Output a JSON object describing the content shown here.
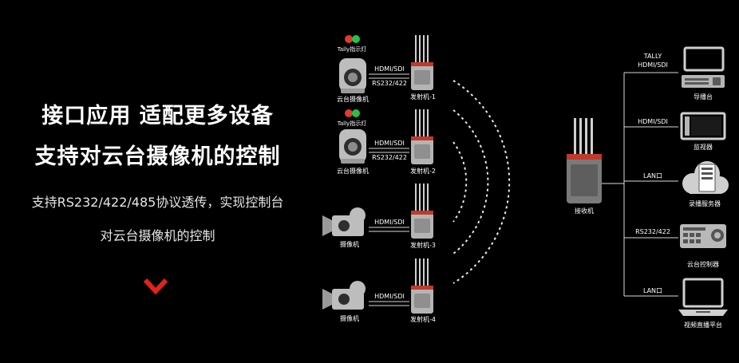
{
  "headline": {
    "line1": "接口应用 适配更多设备",
    "line2": "支持对云台摄像机的控制"
  },
  "description": {
    "line1": "支持RS232/422/485协议透传，实现控制台",
    "line2": "对云台摄像机的控制"
  },
  "colors": {
    "accent": "#e2231a",
    "tally_red": "#e23b2e",
    "tally_green": "#27c04a",
    "line": "#d8d8d8",
    "device": "#b9b9b9"
  },
  "icons": {
    "scroll": "chevron-down-icon"
  },
  "sources": [
    {
      "tally": "Tally指示灯",
      "device": "云台摄像机",
      "links": [
        "HDMI/SDI",
        "RS232/422"
      ],
      "tx": "发射机-1"
    },
    {
      "tally": "Tally指示灯",
      "device": "云台摄像机",
      "links": [
        "HDMI/SDI",
        "RS232/422"
      ],
      "tx": "发射机-2"
    },
    {
      "tally": "",
      "device": "摄像机",
      "links": [
        "HDMI/SDI"
      ],
      "tx": "发射机-3"
    },
    {
      "tally": "",
      "device": "摄像机",
      "links": [
        "HDMI/SDI"
      ],
      "tx": "发射机-4"
    }
  ],
  "receiver": {
    "label": "接收机"
  },
  "outputs": [
    {
      "links": [
        "TALLY",
        "HDMI/SDI"
      ],
      "device": "导播台"
    },
    {
      "links": [
        "HDMI/SDI"
      ],
      "device": "监视器"
    },
    {
      "links": [
        "LAN口"
      ],
      "device": "录播服务器"
    },
    {
      "links": [
        "RS232/422"
      ],
      "device": "云台控制器"
    },
    {
      "links": [
        "LAN口"
      ],
      "device": "视频直播平台"
    }
  ]
}
